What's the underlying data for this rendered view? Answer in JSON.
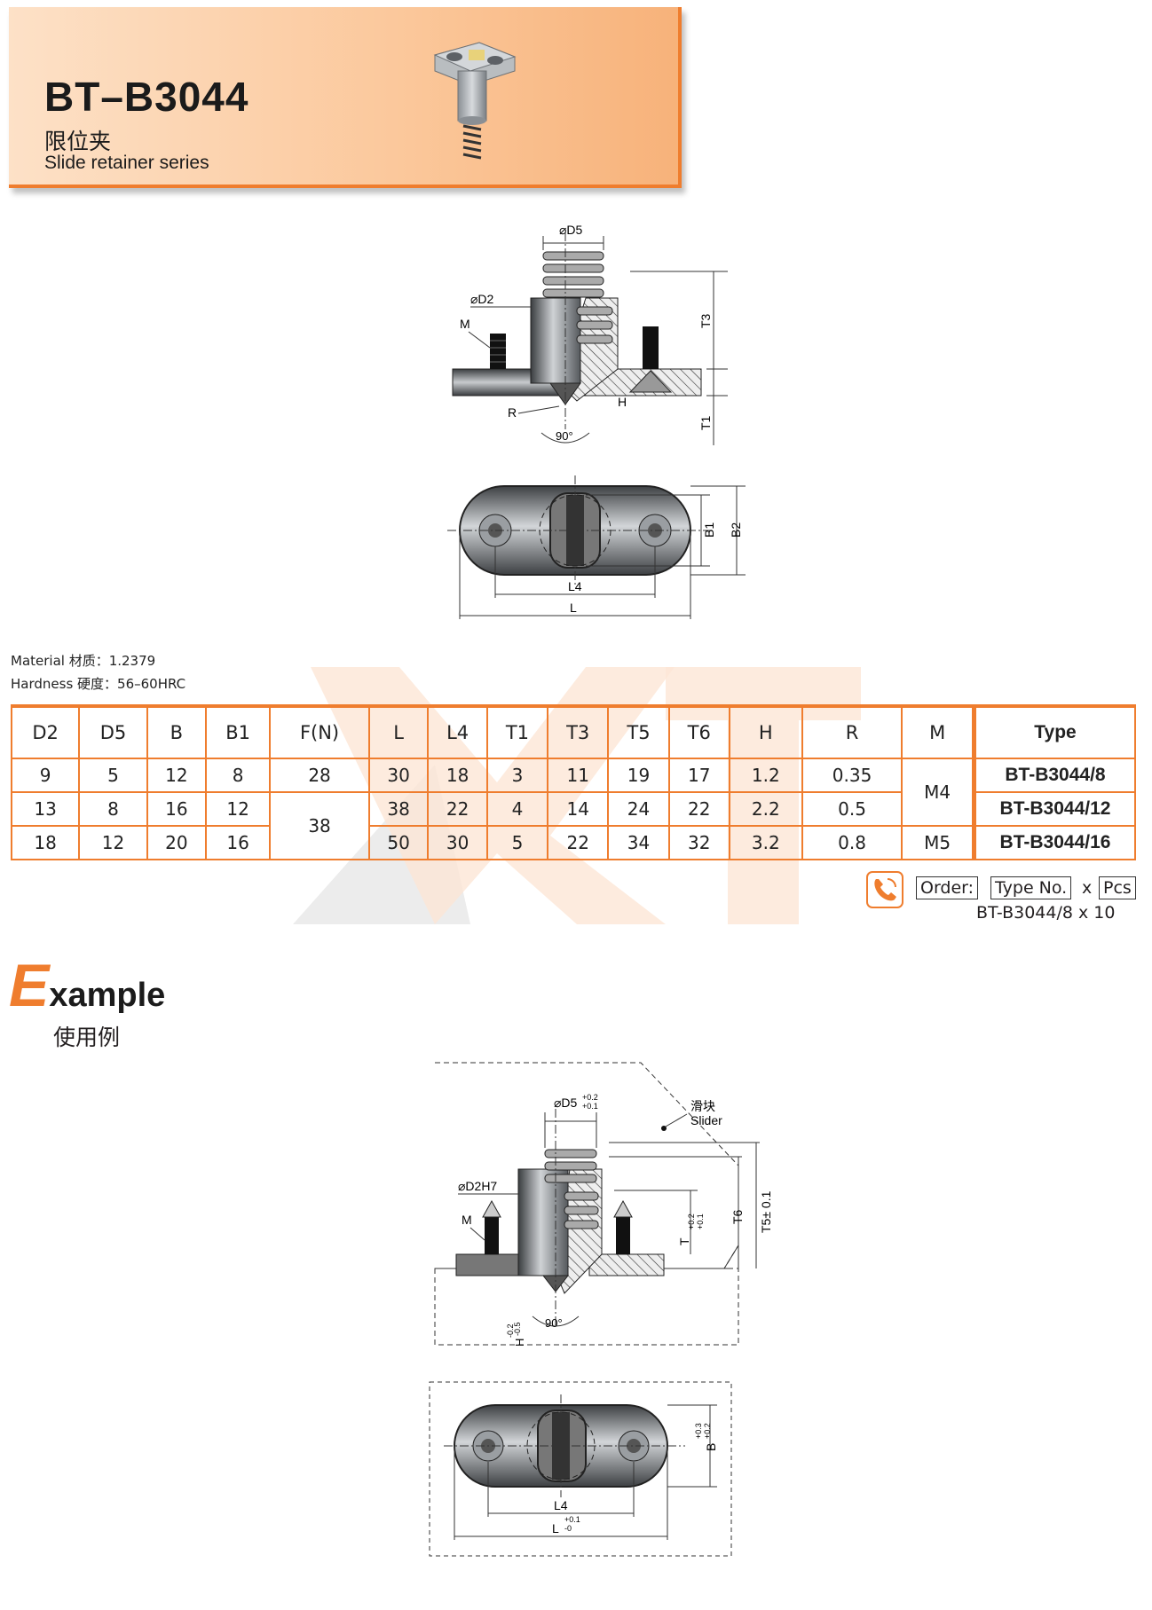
{
  "header": {
    "title": "BT–B3044",
    "subtitle_cn": "限位夹",
    "subtitle_en": "Slide retainer series"
  },
  "drawing_labels": {
    "d5": "⌀D5",
    "d2": "⌀D2",
    "m": "M",
    "r": "R",
    "h": "H",
    "angle": "90°",
    "t3": "T3",
    "t1": "T1",
    "b1": "B1",
    "b2": "B2",
    "l4": "L4",
    "l": "L"
  },
  "specs": {
    "material": "Material  材质：1.2379",
    "hardness": "Hardness 硬度：56–60HRC"
  },
  "table": {
    "headers": [
      "D2",
      "D5",
      "B",
      "B1",
      "F(N)",
      "L",
      "L4",
      "T1",
      "T3",
      "T5",
      "T6",
      "H",
      "R",
      "M",
      "Type"
    ],
    "rows": [
      [
        "9",
        "5",
        "12",
        "8",
        "28",
        "30",
        "18",
        "3",
        "11",
        "19",
        "17",
        "1.2",
        "0.35",
        "M4",
        "BT-B3044/8"
      ],
      [
        "13",
        "8",
        "16",
        "12",
        "38",
        "38",
        "22",
        "4",
        "14",
        "24",
        "22",
        "2.2",
        "0.5",
        "M4",
        "BT-B3044/12"
      ],
      [
        "18",
        "12",
        "20",
        "16",
        "38",
        "50",
        "30",
        "5",
        "22",
        "34",
        "32",
        "3.2",
        "0.8",
        "M5",
        "BT-B3044/16"
      ]
    ]
  },
  "order": {
    "label": "Order:",
    "type_no": "Type No.",
    "x": "x",
    "pcs": "Pcs",
    "example": "BT-B3044/8  x  10"
  },
  "example": {
    "big_letter": "E",
    "rest": "xample",
    "cn": "使用例",
    "slider_cn": "滑块",
    "slider_en": "Slider",
    "d5_tol": "⌀D5",
    "d5_tol_sup": "+0.2",
    "d5_tol_sub": "+0.1",
    "d2h7": "⌀D2H7",
    "m": "M",
    "t_tol": "T",
    "t_tol_sup": "+0.2",
    "t_tol_sub": "+0.1",
    "t6": "T6",
    "t5": "T5± 0.1",
    "h_tol": "H",
    "h_tol_sup": "-0.2",
    "h_tol_sub": "-0.5",
    "angle": "90°",
    "b_tol": "B",
    "b_tol_sup": "+0.3",
    "b_tol_sub": "+0.2",
    "l4": "L4",
    "l_tol": "L",
    "l_tol_sup": "+0.1",
    "l_tol_sub": "-0"
  },
  "colors": {
    "accent": "#ef7d2e",
    "banner": "#fbc79a"
  }
}
